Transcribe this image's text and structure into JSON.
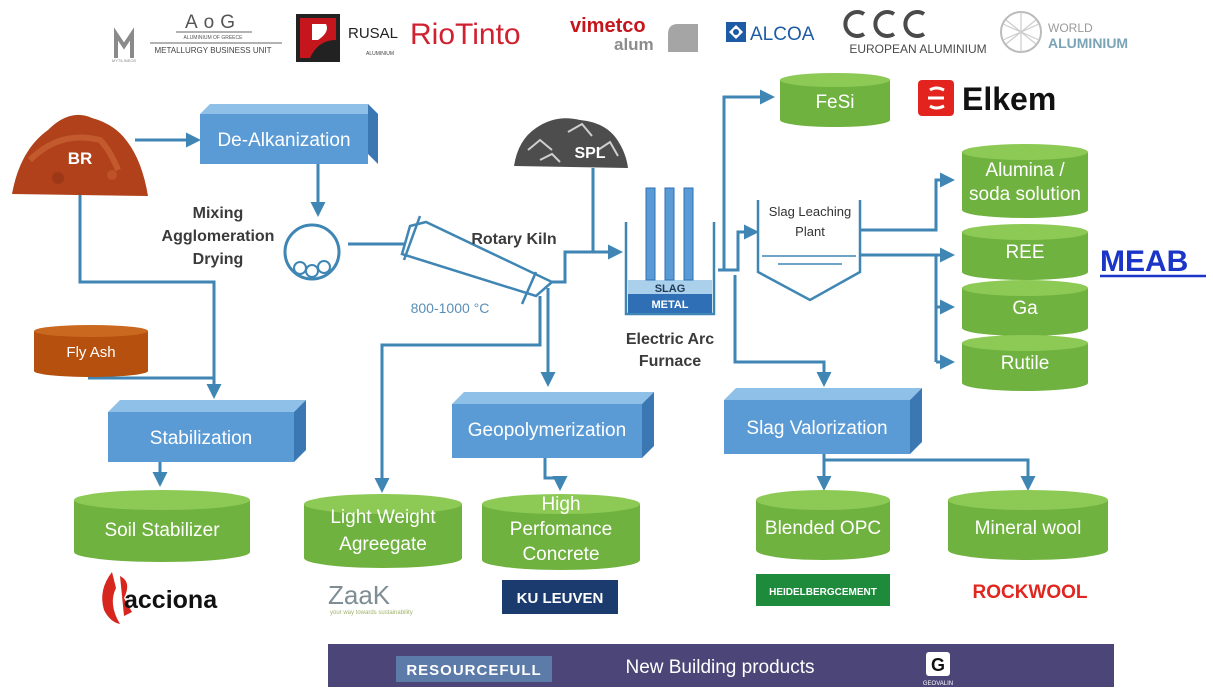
{
  "partner_logos_top": {
    "aog_name": "AoG",
    "aog_sub1": "ALUMINIUM OF GREECE",
    "aog_sub2": "METALLURGY BUSINESS UNIT",
    "mytilineos": "MYTILINEOS",
    "rusal": "RUSAL",
    "rusal_sub": "ALUMINIUM",
    "riotinto": "RioTinto",
    "vimetco_1": "vimetco",
    "vimetco_2": "alum",
    "alcoa": "ALCOA",
    "european_aluminium": "EUROPEAN ALUMINIUM",
    "world_aluminium_1": "WORLD",
    "world_aluminium_2": "ALUMINIUM"
  },
  "inputs": {
    "br": "BR",
    "fly_ash": "Fly Ash",
    "spl": "SPL"
  },
  "processes": {
    "de_alkanization": "De-Alkanization",
    "mixing_1": "Mixing",
    "mixing_2": "Agglomeration",
    "mixing_3": "Drying",
    "rotary_kiln": "Rotary Kiln",
    "kiln_temp": "800-1000 °C",
    "eaf_1": "Electric Arc",
    "eaf_2": "Furnace",
    "slag": "SLAG",
    "metal": "METAL",
    "leaching_1": "Slag Leaching",
    "leaching_2": "Plant",
    "stabilization": "Stabilization",
    "geopolymerization": "Geopolymerization",
    "slag_valorization": "Slag Valorization"
  },
  "products": {
    "fesi": "FeSi",
    "alumina_1": "Alumina /",
    "alumina_2": "soda solution",
    "ree": "REE",
    "ga": "Ga",
    "rutile": "Rutile",
    "soil_stabilizer": "Soil Stabilizer",
    "lwa_1": "Light Weight",
    "lwa_2": "Agreegate",
    "hpc_1": "High",
    "hpc_2": "Perfomance",
    "hpc_3": "Concrete",
    "blended_opc": "Blended OPC",
    "mineral_wool": "Mineral wool"
  },
  "partner_logos_bottom": {
    "elkem": "Elkem",
    "meab": "MEAB",
    "acciona": "acciona",
    "zaak": "ZaaK",
    "zaak_sub": "your way towards sustainability",
    "ku_leuven": "KU LEUVEN",
    "heidelberg": "HEIDELBERGCEMENT",
    "rockwool": "ROCKWOOL"
  },
  "footer": {
    "resourcefull": "RESOURCEFULL",
    "title": "New Building products",
    "geovalin": "GEOVALIN"
  },
  "colors": {
    "flow": "#3f86b4",
    "product_green": "#6fb23f",
    "process_blue": "#5b9bd5",
    "fly_ash_brown": "#b5500f",
    "footer_purple": "#4c4578"
  }
}
